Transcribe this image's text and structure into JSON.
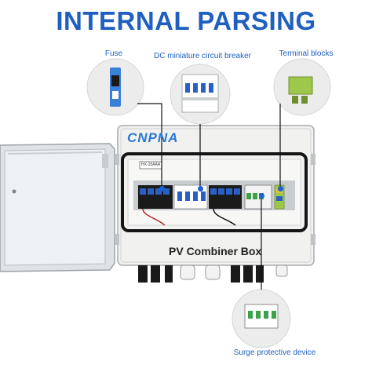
{
  "header": {
    "title": "INTERNAL PARSING"
  },
  "callouts": {
    "fuse": "Fuse",
    "breaker": "DC miniature circuit breaker",
    "terminal": "Terminal blocks",
    "spd": "Surge protective device"
  },
  "product": {
    "brand": "CNPNA",
    "name": "PV Combiner Box",
    "din_tag": "HX-15AAA"
  },
  "colors": {
    "title_blue": "#1e5fc0",
    "brand_blue": "#2a78d6",
    "leader_dot": "#1e63d6",
    "terminal_green": "#9ec84a"
  }
}
